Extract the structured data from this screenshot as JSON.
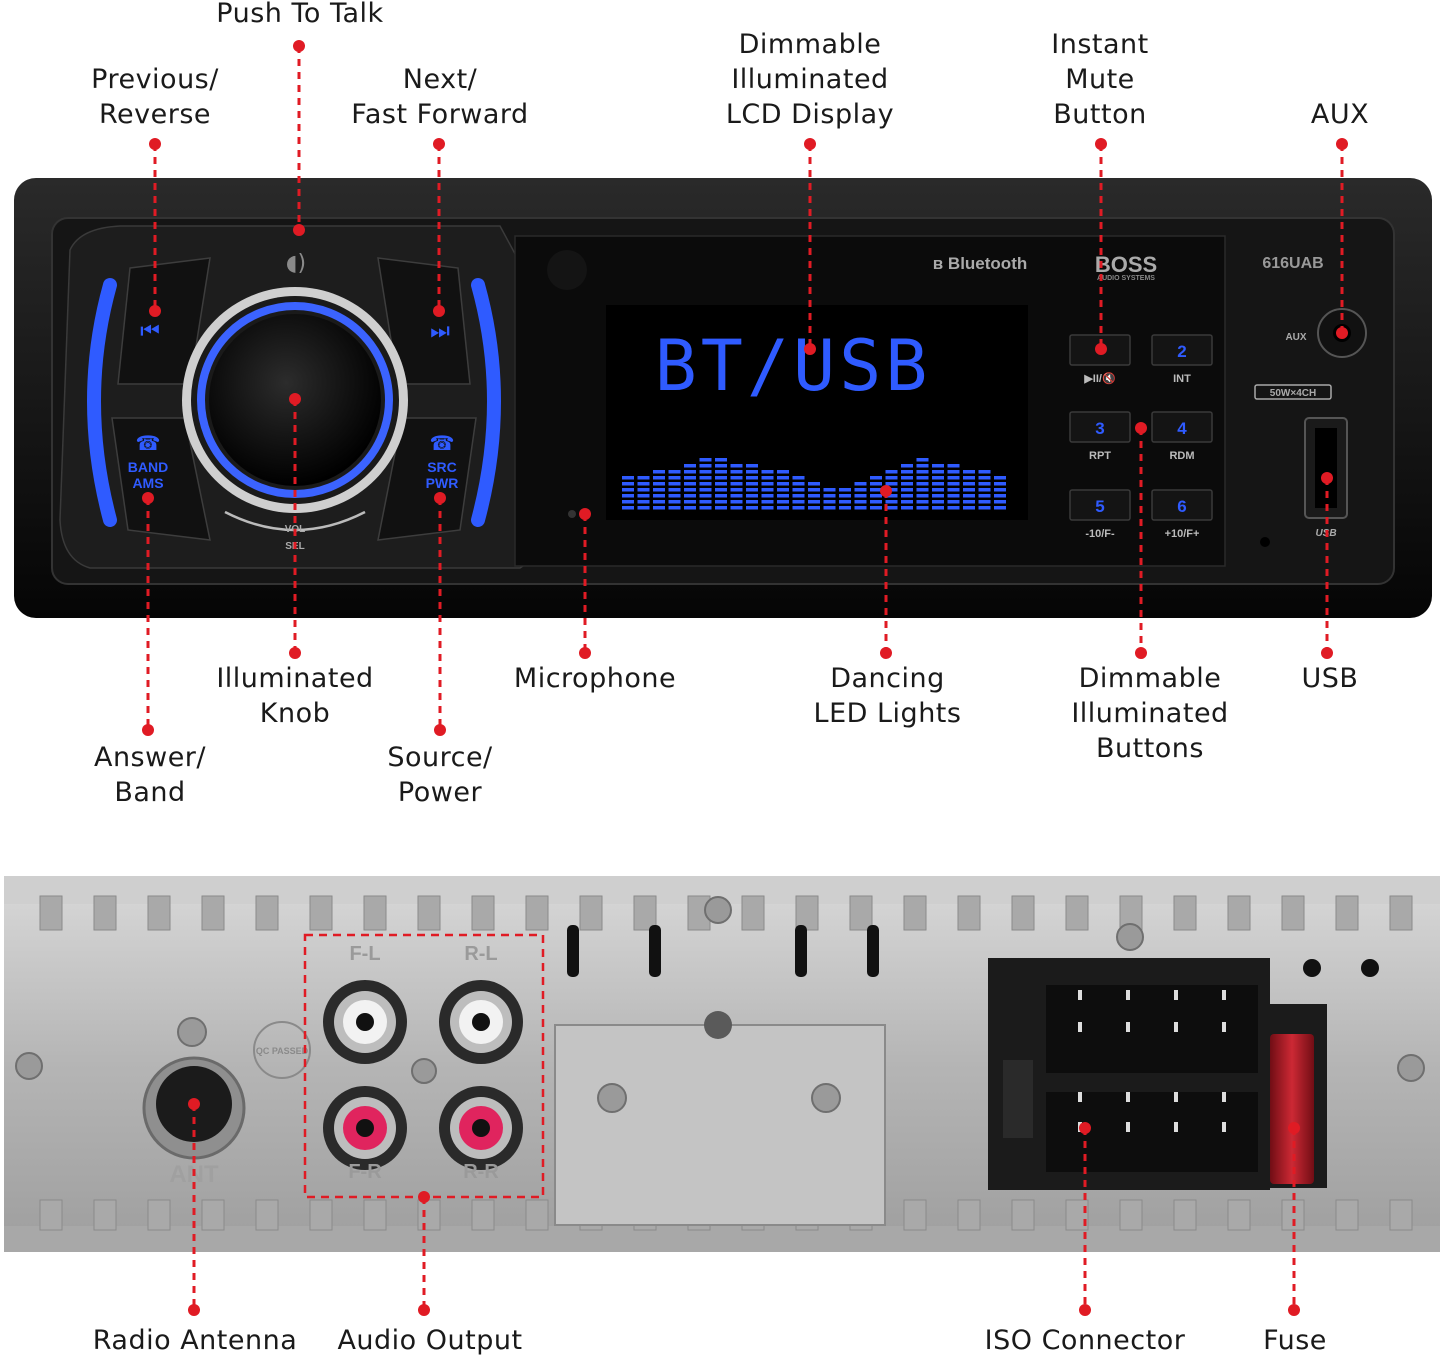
{
  "front_panel": {
    "callouts": {
      "push_to_talk": "Push To Talk",
      "previous_reverse": "Previous/\nReverse",
      "next_fast_forward": "Next/\nFast Forward",
      "dimmable_lcd": "Dimmable\nIlluminated\nLCD Display",
      "instant_mute": "Instant\nMute\nButton",
      "aux": "AUX",
      "illuminated_knob": "Illuminated\nKnob",
      "microphone": "Microphone",
      "dancing_led": "Dancing\nLED Lights",
      "dimmable_buttons": "Dimmable\nIlluminated\nButtons",
      "usb": "USB",
      "answer_band": "Answer/\nBand",
      "source_power": "Source/\nPower"
    },
    "device": {
      "bluetooth_label": "Bluetooth",
      "brand": "BOSS",
      "brand_sub": "AUDIO SYSTEMS",
      "model": "616UAB",
      "display_text": "BT/USB",
      "aux_label": "AUX",
      "usb_label": "USB",
      "power_badge": "50W×4CH",
      "band_label_1": "BAND",
      "band_label_2": "AMS",
      "src_label_1": "SRC",
      "src_label_2": "PWR",
      "vol_label": "VOL",
      "sel_label": "SEL",
      "prev_icon_glyph": "⏮",
      "next_icon_glyph": "⏭",
      "phone_icon_glyph": "☎",
      "presets": [
        {
          "num": "1",
          "label": "▶II/🔇"
        },
        {
          "num": "2",
          "label": "INT"
        },
        {
          "num": "3",
          "label": "RPT"
        },
        {
          "num": "4",
          "label": "RDM"
        },
        {
          "num": "5",
          "label": "-10/F-"
        },
        {
          "num": "6",
          "label": "+10/F+"
        }
      ]
    }
  },
  "rear_panel": {
    "callouts": {
      "radio_antenna": "Radio Antenna",
      "audio_output": "Audio Output",
      "iso_connector": "ISO Connector",
      "fuse": "Fuse"
    },
    "rca_labels": [
      "F-L",
      "R-L",
      "F-R",
      "R-R"
    ],
    "antenna_label": "ANT",
    "stamp": "QC PASSED"
  },
  "colors": {
    "accent_blue": "#2f5bff",
    "lead_red": "#e01b24",
    "rca_white": "#f2f2f2",
    "rca_red": "#e0245e",
    "chassis": "#bdbdbd"
  }
}
